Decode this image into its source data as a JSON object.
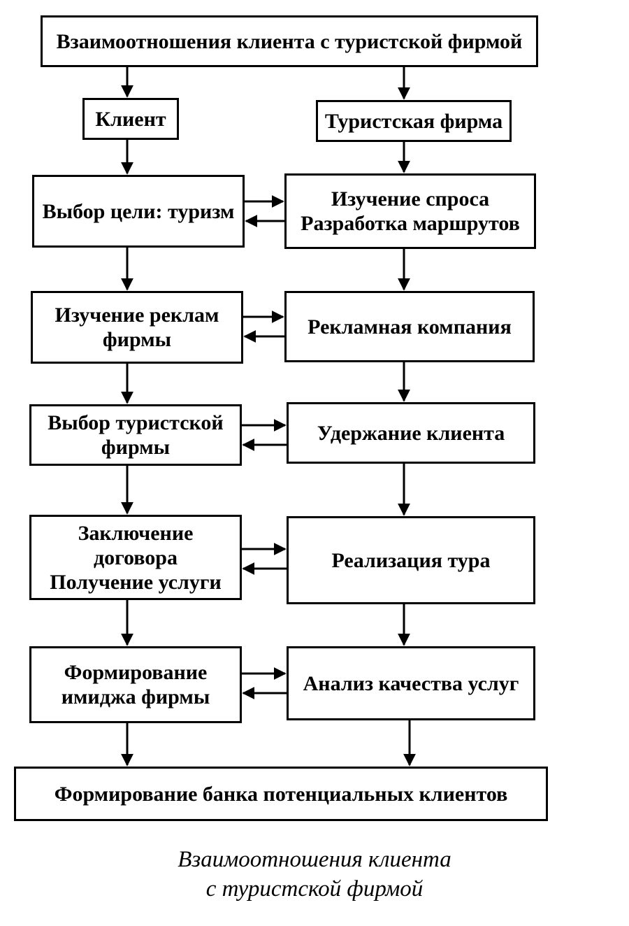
{
  "diagram": {
    "top_box": "Взаимоотношения клиента с туристской фирмой",
    "client": "Клиент",
    "firm": "Туристская фирма",
    "left_steps": [
      {
        "lines": [
          "Выбор цели: туризм"
        ]
      },
      {
        "lines": [
          "Изучение реклам",
          "фирмы"
        ]
      },
      {
        "lines": [
          "Выбор туристской",
          "фирмы"
        ]
      },
      {
        "lines": [
          "Заключение",
          "договора",
          "Получение услуги"
        ]
      },
      {
        "lines": [
          "Формирование",
          "имиджа фирмы"
        ]
      }
    ],
    "right_steps": [
      {
        "lines": [
          "Изучение спроса",
          "Разработка маршрутов"
        ]
      },
      {
        "lines": [
          "Рекламная компания"
        ]
      },
      {
        "lines": [
          "Удержание клиента"
        ]
      },
      {
        "lines": [
          "Реализация тура"
        ]
      },
      {
        "lines": [
          "Анализ качества услуг"
        ]
      }
    ],
    "bottom_box": "Формирование банка потенциальных клиентов"
  },
  "caption": {
    "line1": "Взаимоотношения клиента",
    "line2": "с туристской фирмой"
  }
}
